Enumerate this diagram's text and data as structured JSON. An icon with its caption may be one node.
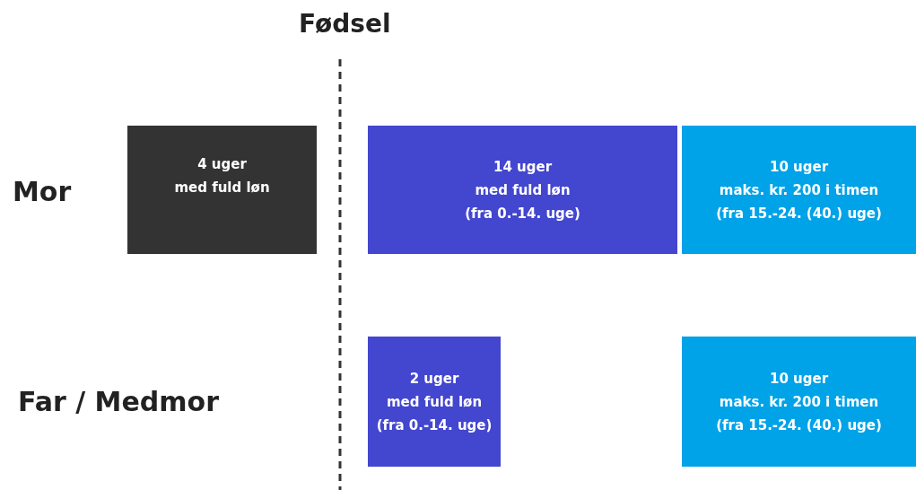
{
  "diagram": {
    "nodes": [
      {
        "text": [
          "4 uger",
          "med fuld løn"
        ]
      },
      {
        "text": [
          "14 uger",
          "med fuld løn",
          "(fra 0.-14. uge)"
        ]
      },
      {
        "text": [
          "10 uger",
          "maks. kr. 200 i timen",
          "(fra 15.-24. (40.) uge)"
        ]
      },
      {
        "text": [
          "2 uger",
          "med fuld løn",
          "(fra 0.-14. uge)"
        ]
      },
      {
        "text": [
          "10 uger",
          "maks. kr. 200 i timen",
          "(fra 15.-24. (40.) uge)"
        ]
      }
    ],
    "edges": [],
    "labels": [
      "Fødsel",
      "Mor",
      "Far / Medmor"
    ]
  }
}
